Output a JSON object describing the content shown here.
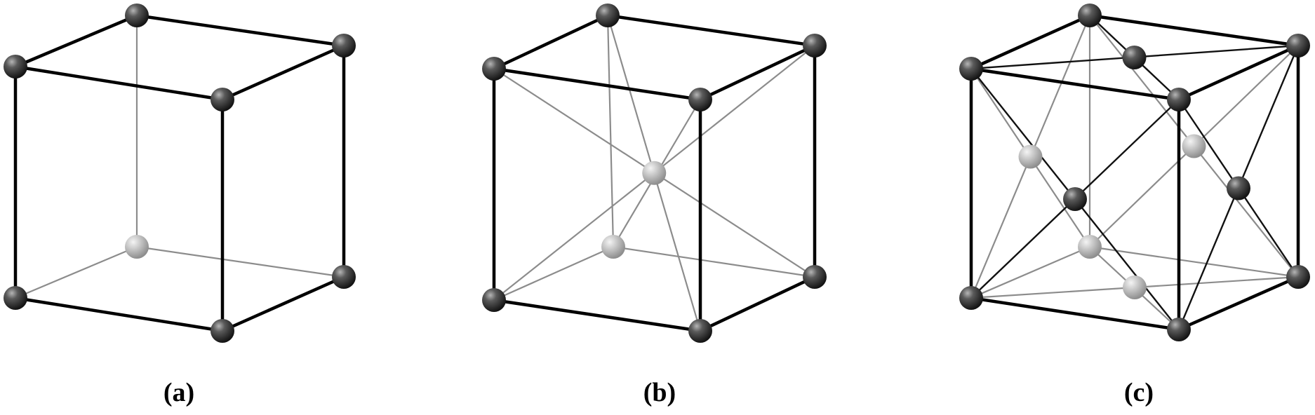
{
  "figure": {
    "panels": [
      {
        "id": "a",
        "label": "(a)",
        "lattice": "simple-cubic"
      },
      {
        "id": "b",
        "label": "(b)",
        "lattice": "body-centered-cubic"
      },
      {
        "id": "c",
        "label": "(c)",
        "lattice": "face-centered-cubic"
      }
    ]
  },
  "colors": {
    "front_edge": "#000000",
    "hidden_edge": "#8c8c8c",
    "front_diagonal": "#111111",
    "atom_dark": "#3a3a3a",
    "atom_light": "#c8c8c8",
    "background": "#ffffff"
  }
}
